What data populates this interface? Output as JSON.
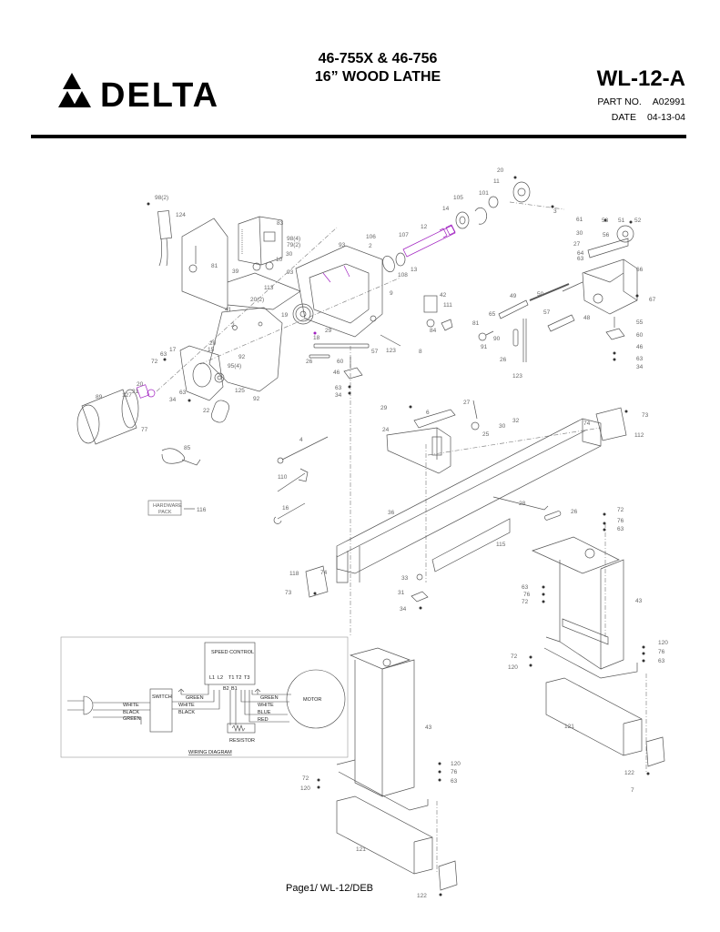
{
  "header": {
    "brand": "DELTA",
    "model_line1": "46-755X & 46-756",
    "model_line2": "16” WOOD LATHE",
    "doc_code": "WL-12-A",
    "part_no_label": "PART NO.",
    "part_no_value": "A02991",
    "date_label": "DATE",
    "date_value": "04-13-04"
  },
  "colors": {
    "ink": "#000000",
    "line": "#777777",
    "highlight": "#a020c0"
  },
  "parts": {
    "p98_2": "98(2)",
    "p124": "124",
    "p83": "83",
    "p98_4": "98(4)",
    "p79_2": "79(2)",
    "p81": "81",
    "p39": "39",
    "p30a": "30",
    "p10": "10",
    "p93a": "93",
    "p93b": "93",
    "p113": "113",
    "p20_2": "20(2)",
    "p106": "106",
    "p2a": "2",
    "p107": "107",
    "p12": "12",
    "p108": "108",
    "p13": "13",
    "p14": "14",
    "p105": "105",
    "p101": "101",
    "p20a": "20",
    "p11": "11",
    "p3": "3",
    "p9": "9",
    "p19": "19",
    "p41": "41",
    "p2b": "2",
    "p20b": "20",
    "p15": "15",
    "p92a": "92",
    "p95_4": "95(4)",
    "p17": "17",
    "p63a": "63",
    "p72a": "72",
    "p125": "125",
    "p92b": "92",
    "p20c": "20",
    "p21": "21",
    "p127": "127",
    "p89": "89",
    "p63b": "63",
    "p34a": "34",
    "p22": "22",
    "p77": "77",
    "p85": "85",
    "p18": "18",
    "p29a": "29",
    "p57a": "57",
    "p123a": "123",
    "p8": "8",
    "p26a": "26",
    "p60a": "60",
    "p46a": "46",
    "p63c": "63",
    "p34b": "34",
    "p42": "42",
    "p111": "111",
    "p84": "84",
    "p81b": "81",
    "p65": "65",
    "p49": "49",
    "p50": "50",
    "p90": "90",
    "p91": "91",
    "p26b": "26",
    "p57b": "57",
    "p123b": "123",
    "p48": "48",
    "p61": "61",
    "p30b": "30",
    "p27a": "27",
    "p64": "64",
    "p63d": "63",
    "p53": "53",
    "p51": "51",
    "p52": "52",
    "p56": "56",
    "p66": "66",
    "p67": "67",
    "p55": "55",
    "p60b": "60",
    "p46b": "46",
    "p63e": "63",
    "p34c": "34",
    "p4": "4",
    "p110": "110",
    "p16": "16",
    "p116": "116",
    "p29b": "29",
    "p6": "6",
    "p27b": "27",
    "p30c": "30",
    "p32": "32",
    "p24": "24",
    "p25": "25",
    "p74a": "74",
    "p73a": "73",
    "p112a": "112",
    "p36": "36",
    "p28": "28",
    "p26c": "26",
    "p115": "115",
    "p72b": "72",
    "p76a": "76",
    "p63f": "63",
    "p118": "118",
    "p74b": "74",
    "p73b": "73",
    "p33": "33",
    "p31": "31",
    "p34d": "34",
    "p63g": "63",
    "p76b": "76",
    "p72c": "72",
    "p43a": "43",
    "p120a": "120",
    "p76c": "76",
    "p63h": "63",
    "p72d": "72",
    "p120b": "120",
    "p121a": "121",
    "p122a": "122",
    "p7": "7",
    "p43b": "43",
    "p120c": "120",
    "p76d": "76",
    "p63i": "63",
    "p72e": "72",
    "p120d": "120",
    "p121b": "121",
    "p122b": "122"
  },
  "hardware_pack": {
    "line1": "HARDWARE",
    "line2": "PACK"
  },
  "wiring": {
    "title": "WIRING DIAGRAM",
    "speed_control": "SPEED CONTROL",
    "switch": "SWITCH",
    "motor": "MOTOR",
    "resistor": "RESISTOR",
    "terminals": [
      "L1",
      "L2",
      "T1",
      "T2",
      "T3"
    ],
    "b_terminals": [
      "B2",
      "B1"
    ],
    "plug_wires": [
      "WHITE",
      "BLACK",
      "GREEN"
    ],
    "switch_out": [
      "WHITE",
      "BLACK"
    ],
    "green_left": "GREEN",
    "motor_wires": [
      "GREEN",
      "WHITE",
      "BLUE",
      "RED"
    ]
  },
  "footer": {
    "page": "Page1/ WL-12/DEB"
  }
}
